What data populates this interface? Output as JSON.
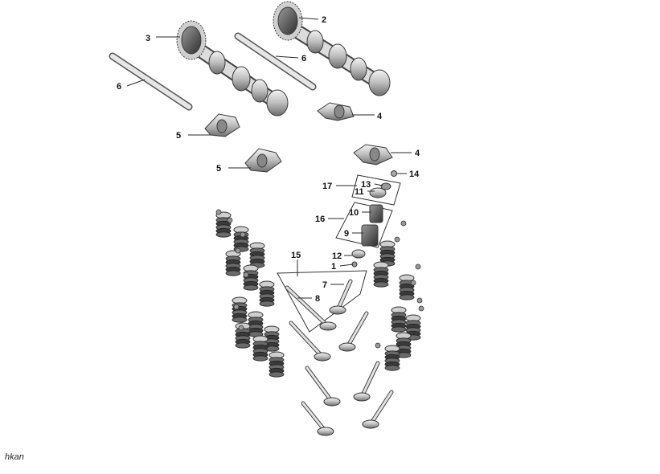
{
  "diagram": {
    "callouts": [
      {
        "label": "1"
      },
      {
        "label": "2"
      },
      {
        "label": "3"
      },
      {
        "label": "4"
      },
      {
        "label": "4"
      },
      {
        "label": "5"
      },
      {
        "label": "5"
      },
      {
        "label": "6"
      },
      {
        "label": "6"
      },
      {
        "label": "7"
      },
      {
        "label": "8"
      },
      {
        "label": "9"
      },
      {
        "label": "10"
      },
      {
        "label": "11"
      },
      {
        "label": "12"
      },
      {
        "label": "13"
      },
      {
        "label": "14"
      },
      {
        "label": "15"
      },
      {
        "label": "16"
      },
      {
        "label": "17"
      }
    ]
  },
  "watermark": "hkan"
}
